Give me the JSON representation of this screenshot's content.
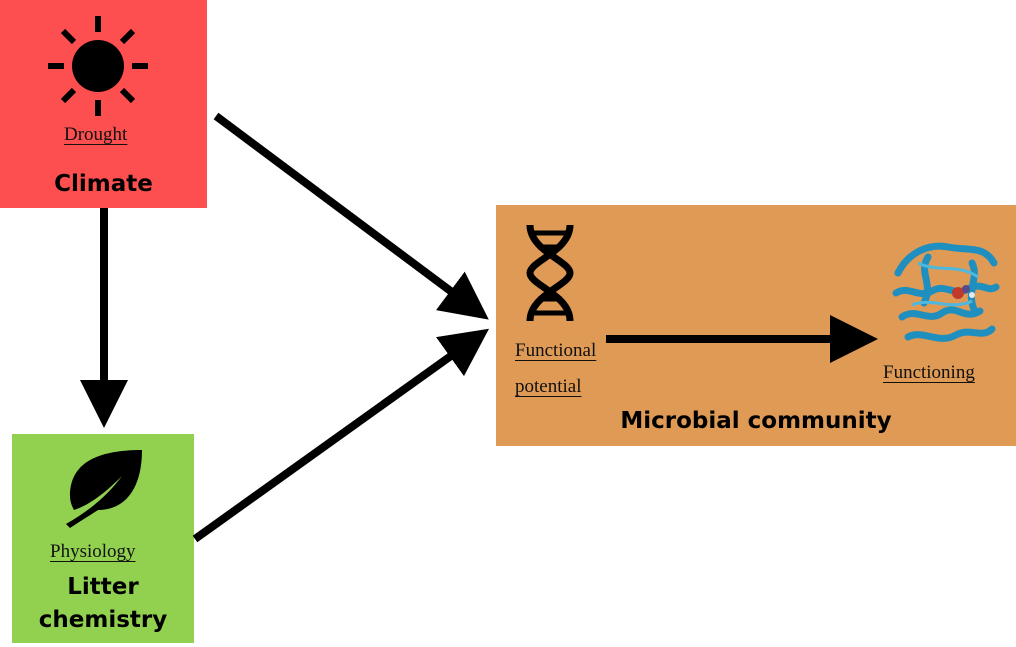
{
  "climate": {
    "subtitle": "Drought",
    "title": "Climate",
    "icon": "sun-icon",
    "color": "#fd4f4f"
  },
  "litter": {
    "subtitle": "Physiology",
    "title_line1": "Litter",
    "title_line2": "chemistry",
    "icon": "leaf-icon",
    "color": "#92d050"
  },
  "microbial": {
    "title": "Microbial community",
    "color": "#df9a55",
    "potential_line1": "Functional",
    "potential_line2": "potential",
    "functioning": "Functioning",
    "dna_icon": "dna-icon",
    "protein_icon": "protein-structure-icon"
  }
}
